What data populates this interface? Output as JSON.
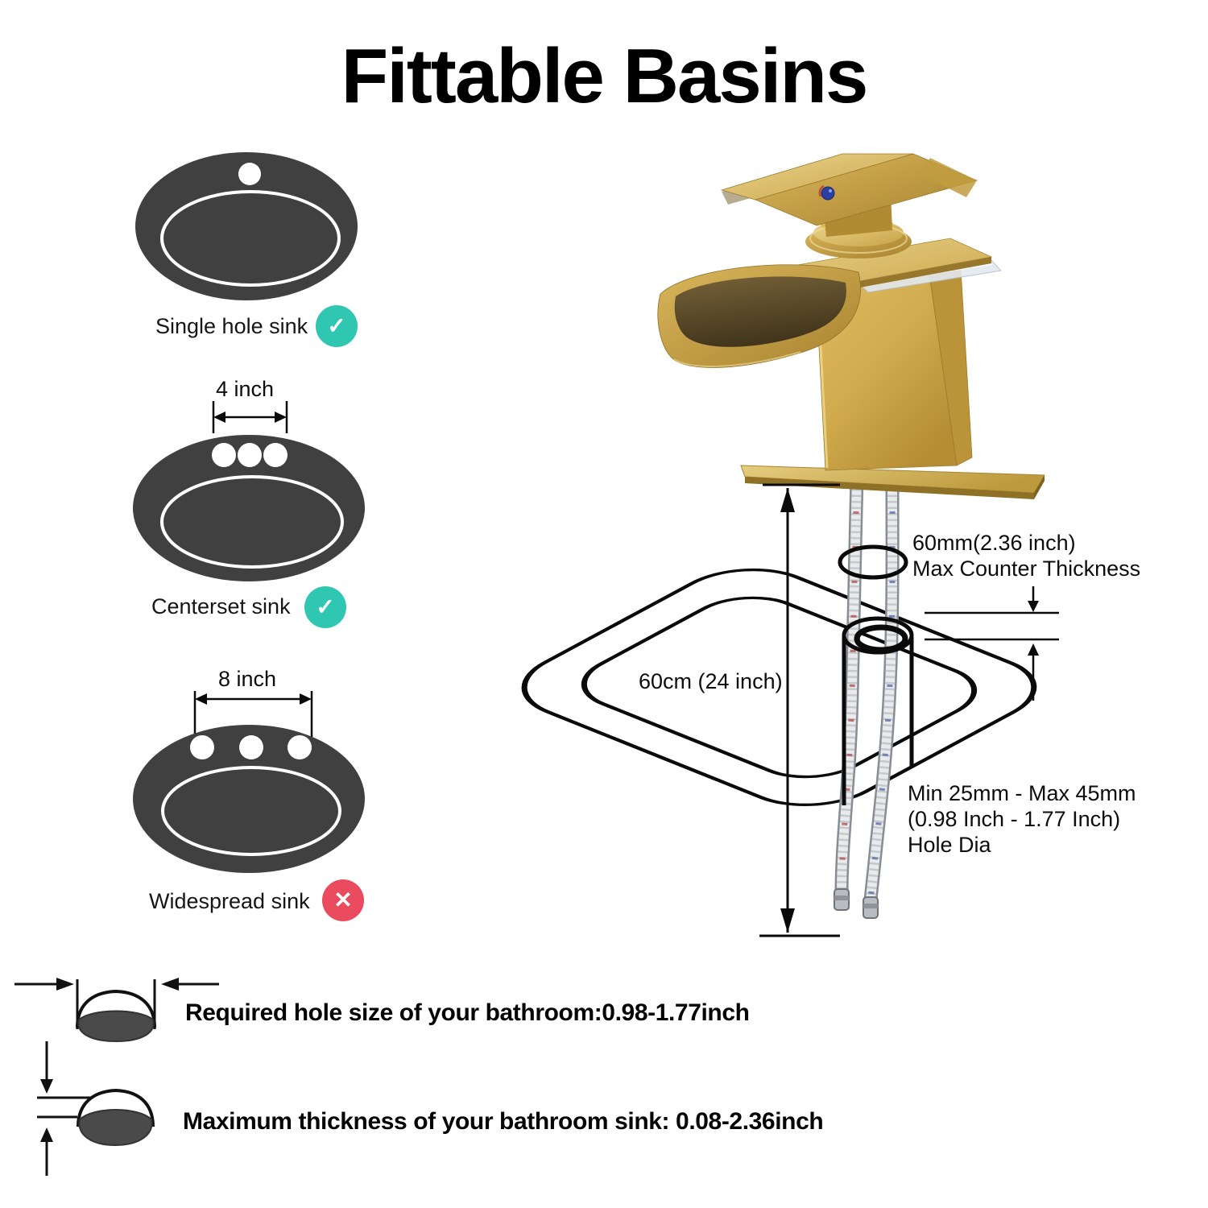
{
  "title": "Fittable Basins",
  "icons": {
    "check_glyph": "✓",
    "cross_glyph": "✕"
  },
  "colors": {
    "check_bg": "#2fc7b2",
    "cross_bg": "#ea4b5f",
    "sink_fill": "#404040",
    "faucet_gold": "#c7a045"
  },
  "sink_types": [
    {
      "label": "Single hole sink",
      "holes": "1",
      "compatible": true,
      "dimension": ""
    },
    {
      "label": "Centerset sink",
      "holes": "3",
      "compatible": true,
      "dimension": "4 inch"
    },
    {
      "label": "Widespread sink",
      "holes": "3",
      "compatible": false,
      "dimension": "8 inch"
    }
  ],
  "installation_diagram": {
    "max_counter_thickness_value": "60mm(2.36 inch)",
    "max_counter_thickness_label": "Max Counter Thickness",
    "sink_width": "60cm (24 inch)",
    "hole_diameter_range": "Min 25mm - Max 45mm",
    "hole_diameter_range_inch": "(0.98 Inch - 1.77 Inch)",
    "hole_diameter_label": "Hole Dia"
  },
  "footer_notes": [
    {
      "text": "Required hole size of your bathroom:0.98-1.77inch"
    },
    {
      "text": "Maximum thickness of your bathroom sink: 0.08-2.36inch"
    }
  ]
}
